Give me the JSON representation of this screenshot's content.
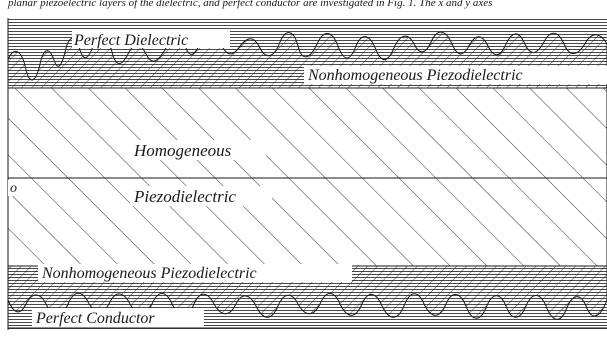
{
  "top_text": "planar piezoelectric layers of the dielectric, and perfect conductor are investigated in Fig. 1. The x and y axes",
  "labels": {
    "perfect_dielectric": "Perfect Dielectric",
    "nonhomogeneous_top": "Nonhomogeneous Piezodielectric",
    "homogeneous": "Homogeneous",
    "piezodielectric": "Piezodielectric",
    "origin": "o",
    "nonhomogeneous_bottom": "Nonhomogeneous Piezodielectric",
    "perfect_conductor": "Perfect Conductor"
  },
  "colors": {
    "ink": "#1a1a1a",
    "background": "#ffffff"
  }
}
